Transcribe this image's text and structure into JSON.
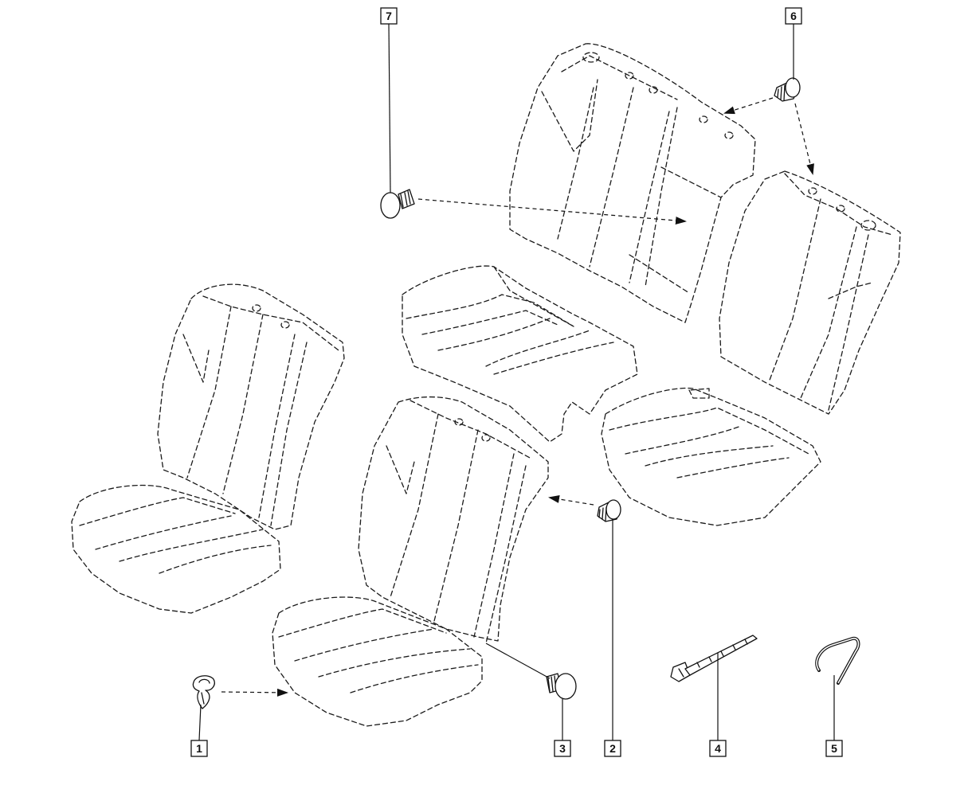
{
  "callouts": [
    {
      "id": "c1",
      "label": "1"
    },
    {
      "id": "c2",
      "label": "2"
    },
    {
      "id": "c3",
      "label": "3"
    },
    {
      "id": "c4",
      "label": "4"
    },
    {
      "id": "c5",
      "label": "5"
    },
    {
      "id": "c6",
      "label": "6"
    },
    {
      "id": "c7",
      "label": "7"
    }
  ],
  "colors": {
    "line": "#111111",
    "background": "#ffffff"
  }
}
